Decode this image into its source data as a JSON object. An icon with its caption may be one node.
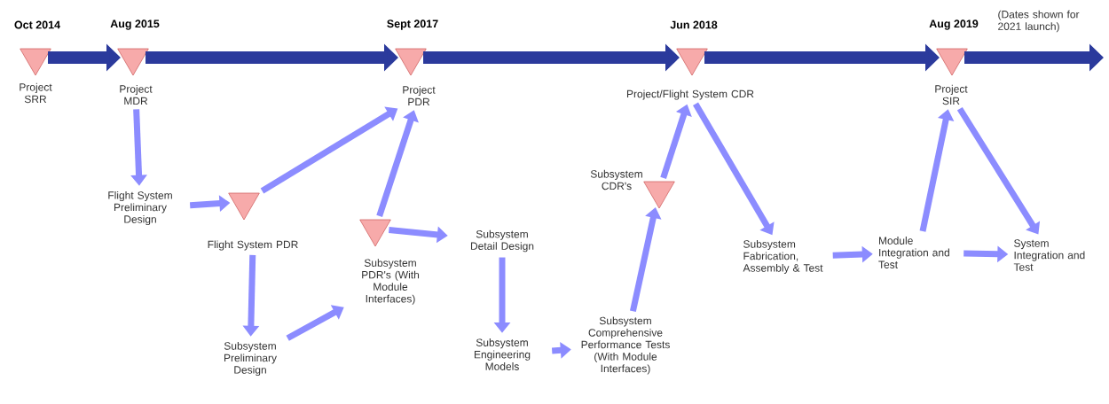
{
  "diagram": {
    "nodes": [
      {
        "text": [
          "Oct 2014",
          "Project SRR"
        ]
      },
      {
        "text": [
          "Aug 2015",
          "Project MDR"
        ]
      },
      {
        "text": [
          "Sept 2017",
          "Project PDR"
        ]
      },
      {
        "text": [
          "Jun 2018",
          "Project/Flight System CDR"
        ]
      },
      {
        "text": [
          "Aug 2019",
          "Project SIR"
        ]
      },
      {
        "text": [
          "Flight System Preliminary Design"
        ]
      },
      {
        "text": [
          "Flight System PDR"
        ]
      },
      {
        "text": [
          "Subsystem Preliminary Design"
        ]
      },
      {
        "text": [
          "Subsystem PDR's (With Module Interfaces)"
        ]
      },
      {
        "text": [
          "Subsystem Detail Design"
        ]
      },
      {
        "text": [
          "Subsystem Engineering Models"
        ]
      },
      {
        "text": [
          "Subsystem Comprehensive Performance Tests (With Module Interfaces)"
        ]
      },
      {
        "text": [
          "Subsystem CDR's"
        ]
      },
      {
        "text": [
          "Subsystem Fabrication, Assembly & Test"
        ]
      },
      {
        "text": [
          "Module Integration and Test"
        ]
      },
      {
        "text": [
          "System Integration and Test"
        ]
      }
    ],
    "edges": [
      {
        "from": 0,
        "to": 1,
        "arrow": "to",
        "style": "thick",
        "color": "#2b3a9c"
      },
      {
        "from": 1,
        "to": 2,
        "arrow": "to",
        "style": "thick",
        "color": "#2b3a9c"
      },
      {
        "from": 2,
        "to": 3,
        "arrow": "to",
        "style": "thick",
        "color": "#2b3a9c"
      },
      {
        "from": 3,
        "to": 4,
        "arrow": "to",
        "style": "thick",
        "color": "#2b3a9c"
      },
      {
        "from": 4,
        "to": null,
        "arrow": "to",
        "style": "thick",
        "color": "#2b3a9c"
      },
      {
        "from": 1,
        "to": 5,
        "arrow": "to"
      },
      {
        "from": 5,
        "to": 6,
        "arrow": "to"
      },
      {
        "from": 6,
        "to": 2,
        "arrow": "to"
      },
      {
        "from": 6,
        "to": 7,
        "arrow": "to"
      },
      {
        "from": 7,
        "to": 8,
        "arrow": "to"
      },
      {
        "from": 8,
        "to": 2,
        "arrow": "to"
      },
      {
        "from": 8,
        "to": 9,
        "arrow": "to"
      },
      {
        "from": 9,
        "to": 10,
        "arrow": "to"
      },
      {
        "from": 10,
        "to": 11,
        "arrow": "to"
      },
      {
        "from": 11,
        "to": 12,
        "arrow": "to"
      },
      {
        "from": 12,
        "to": 3,
        "arrow": "to"
      },
      {
        "from": 3,
        "to": 13,
        "arrow": "to"
      },
      {
        "from": 13,
        "to": 14,
        "arrow": "to"
      },
      {
        "from": 14,
        "to": 4,
        "arrow": "to"
      },
      {
        "from": 4,
        "to": 15,
        "arrow": "to"
      },
      {
        "from": 14,
        "to": 15,
        "arrow": "to"
      }
    ],
    "labels": [
      "(Dates shown for 2021 launch)"
    ]
  }
}
